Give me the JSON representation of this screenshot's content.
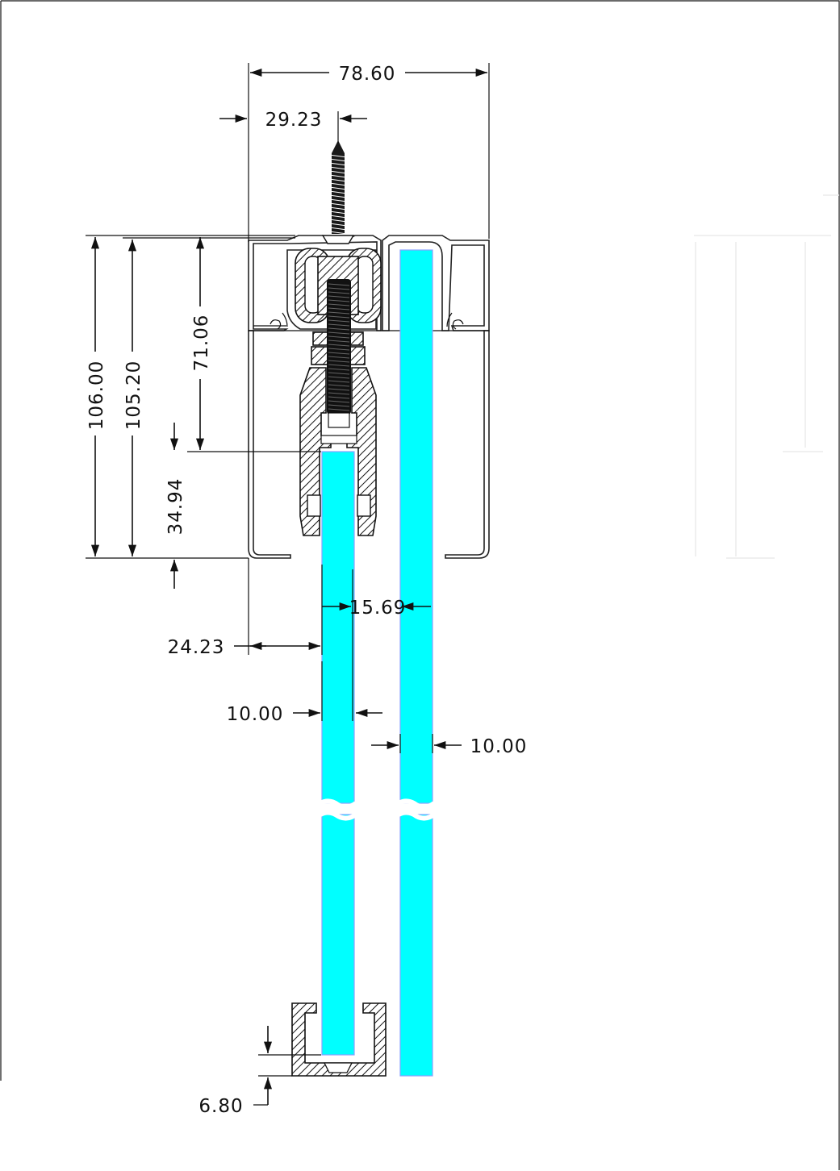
{
  "dimensions": {
    "d_78_60": "78.60",
    "d_29_23": "29.23",
    "d_106_00": "106.00",
    "d_105_20": "105.20",
    "d_71_06": "71.06",
    "d_34_94": "34.94",
    "d_15_69": "15.69",
    "d_24_23": "24.23",
    "d_10_00_left": "10.00",
    "d_10_00_right": "10.00",
    "d_6_80": "6.80"
  },
  "colors": {
    "glass": "#00ffff",
    "line": "#111111",
    "background": "#ffffff"
  }
}
